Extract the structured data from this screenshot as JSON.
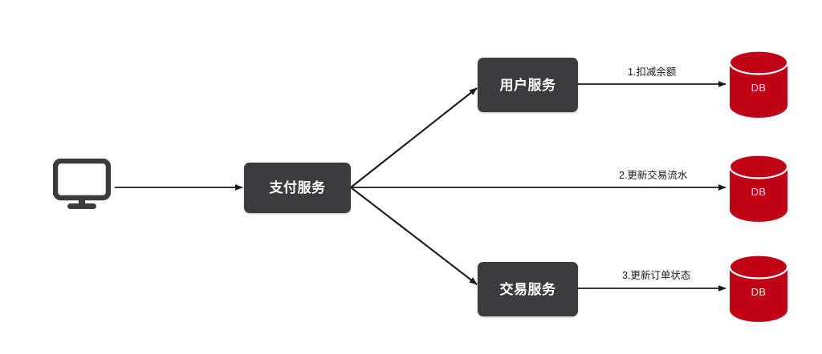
{
  "diagram": {
    "title": "payment-service-flow",
    "background": "#ffffff",
    "colors": {
      "node_fill": "#3c3c3e",
      "node_text": "#ffffff",
      "db_fill": "#c00418",
      "db_stroke": "#a80016",
      "db_text": "#f3dedf",
      "edge": "#1a1a1a",
      "icon": "#3c3c3e"
    },
    "client": {
      "icon": "monitor-icon",
      "label": ""
    },
    "nodes": [
      {
        "id": "payment",
        "label": "支付服务"
      },
      {
        "id": "user",
        "label": "用户服务"
      },
      {
        "id": "transaction",
        "label": "交易服务"
      }
    ],
    "databases": [
      {
        "id": "db-user",
        "label": "DB"
      },
      {
        "id": "db-payment",
        "label": "DB"
      },
      {
        "id": "db-transaction",
        "label": "DB"
      }
    ],
    "edges": [
      {
        "id": "client-to-payment",
        "label": "",
        "from": "client",
        "to": "payment"
      },
      {
        "id": "payment-to-user",
        "label": "",
        "from": "payment",
        "to": "user"
      },
      {
        "id": "payment-to-transaction",
        "label": "",
        "from": "payment",
        "to": "transaction"
      },
      {
        "id": "user-to-db",
        "label": "1.扣减余额",
        "from": "user",
        "to": "db-user"
      },
      {
        "id": "payment-to-db",
        "label": "2.更新交易流水",
        "from": "payment",
        "to": "db-payment"
      },
      {
        "id": "transaction-to-db",
        "label": "3.更新订单状态",
        "from": "transaction",
        "to": "db-transaction"
      }
    ]
  }
}
